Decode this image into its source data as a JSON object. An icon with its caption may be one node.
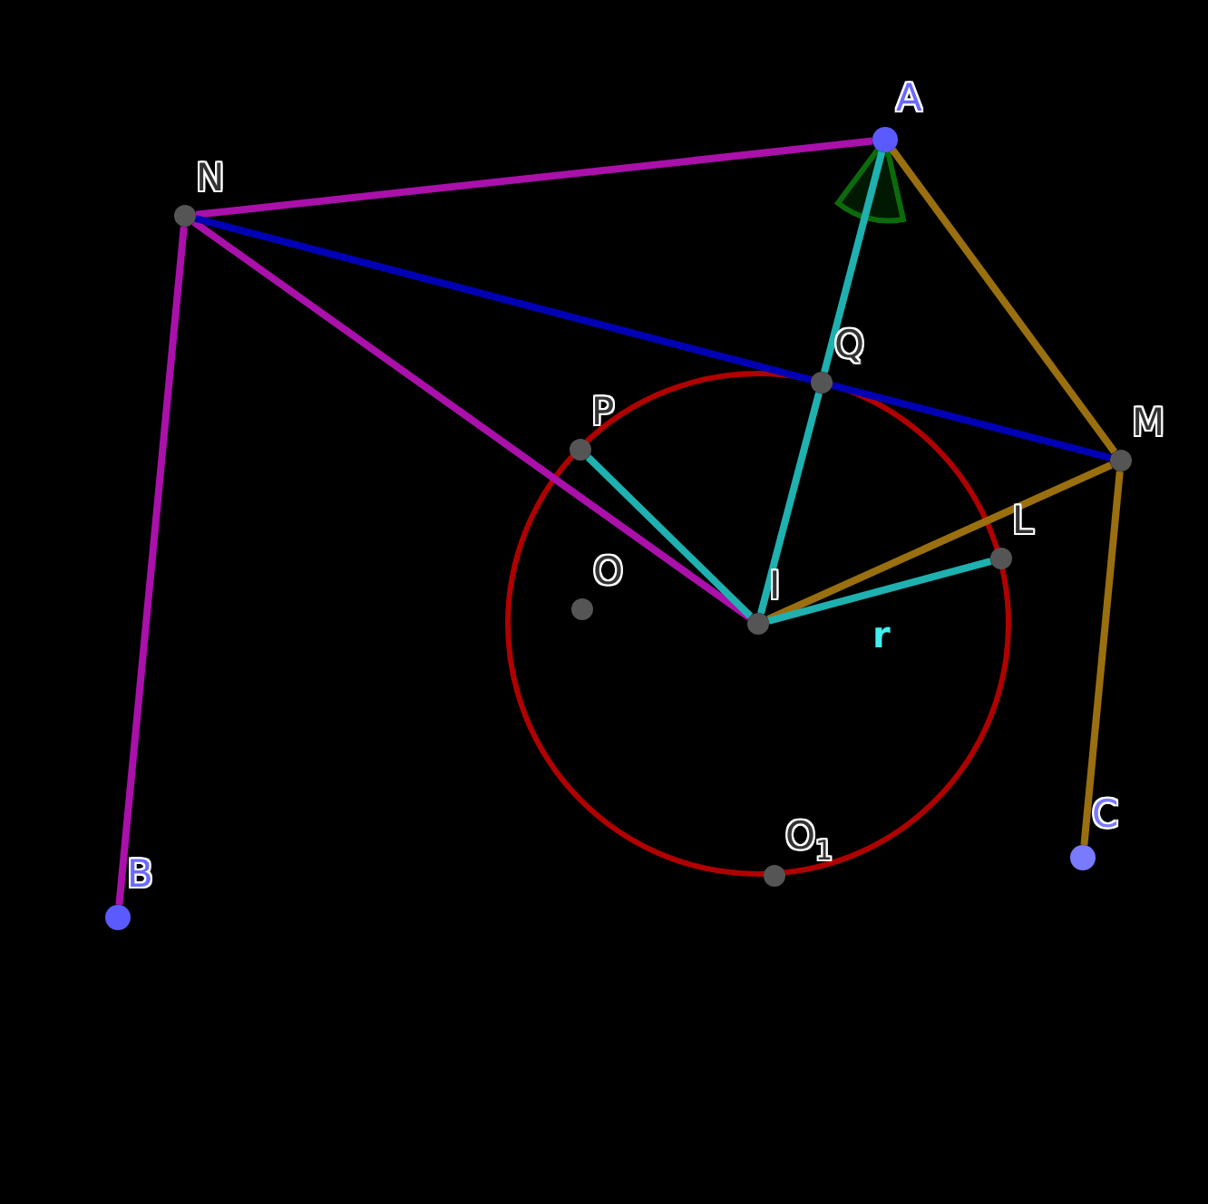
{
  "diagram": {
    "nodes": [
      {
        "text": [],
        "shape": "circle",
        "beside": [
          "A"
        ]
      },
      {
        "text": [],
        "shape": "circle",
        "beside": [
          "N"
        ]
      },
      {
        "text": [],
        "shape": "circle",
        "beside": [
          "Q"
        ]
      },
      {
        "text": [],
        "shape": "circle",
        "beside": [
          "P"
        ]
      },
      {
        "text": [],
        "shape": "circle",
        "beside": [
          "M"
        ]
      },
      {
        "text": [],
        "shape": "circle",
        "beside": [
          "L"
        ]
      },
      {
        "text": [],
        "shape": "circle",
        "beside": [
          "O"
        ]
      },
      {
        "text": [],
        "shape": "circle",
        "beside": [
          "I"
        ]
      },
      {
        "text": [],
        "shape": "circle",
        "beside": [
          "B"
        ]
      },
      {
        "text": [],
        "shape": "circle",
        "beside": [
          "C"
        ]
      },
      {
        "text": [],
        "shape": "circle",
        "beside": [
          "O$_{1}$"
        ]
      }
    ],
    "edges": [
      {
        "from": 1,
        "to": 0,
        "arrow": "none",
        "color": "#aa10aa"
      },
      {
        "from": 1,
        "to": 8,
        "arrow": "none",
        "color": "#aa10aa"
      },
      {
        "from": 1,
        "to": 7,
        "arrow": "none",
        "color": "#aa10aa"
      },
      {
        "from": 1,
        "to": 2,
        "arrow": "none",
        "color": "#0000b4"
      },
      {
        "from": 2,
        "to": 4,
        "arrow": "none",
        "color": "#0000b4"
      },
      {
        "from": 0,
        "to": 4,
        "arrow": "none",
        "color": "#9a6f10"
      },
      {
        "from": 4,
        "to": 9,
        "arrow": "none",
        "color": "#9a6f10"
      },
      {
        "from": 7,
        "to": 4,
        "arrow": "none",
        "color": "#9a6f10"
      },
      {
        "from": 0,
        "to": 2,
        "arrow": "none",
        "color": "#1fb0b0"
      },
      {
        "from": 2,
        "to": 7,
        "arrow": "none",
        "color": "#1fb0b0"
      },
      {
        "from": 7,
        "to": 3,
        "arrow": "none",
        "color": "#1fb0b0"
      },
      {
        "from": 7,
        "to": 5,
        "arrow": "none",
        "color": "#1fb0b0",
        "label": "r"
      }
    ]
  }
}
